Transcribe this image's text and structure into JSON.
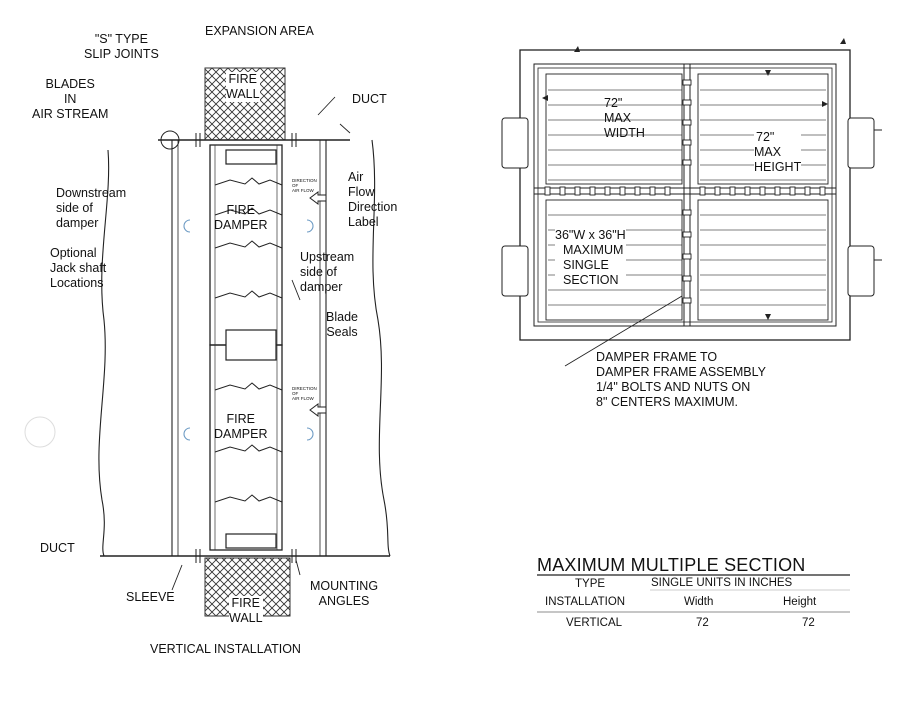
{
  "left_diagram": {
    "labels": {
      "s_type": [
        "\"S\" TYPE",
        "SLIP JOINTS"
      ],
      "expansion_area": "EXPANSION AREA",
      "blades": [
        "BLADES",
        "IN",
        "AIR STREAM"
      ],
      "fire_wall_top": [
        "FIRE",
        "WALL"
      ],
      "duct_top": "DUCT",
      "downstream": [
        "Downstream",
        "side of",
        "damper"
      ],
      "air_flow_label": [
        "Air",
        "Flow",
        "Direction",
        "Label"
      ],
      "damper_top": [
        "FIRE",
        "DAMPER"
      ],
      "optional": [
        "Optional",
        "Jack shaft",
        "Locations"
      ],
      "upstream": [
        "Upstream",
        "side of",
        "damper"
      ],
      "blade_seals": [
        "Blade",
        "Seals"
      ],
      "damper_bottom": [
        "FIRE",
        "DAMPER"
      ],
      "duct_bottom": "DUCT",
      "sleeve": "SLEEVE",
      "fire_wall_bottom": [
        "FIRE",
        "WALL"
      ],
      "mounting_angles": [
        "MOUNTING",
        "ANGLES"
      ],
      "vertical_installation": "VERTICAL INSTALLATION",
      "direction_tag_1": [
        "DIRECTION",
        "OF",
        "AIR FLOW"
      ],
      "direction_tag_2": [
        "DIRECTION",
        "OF",
        "AIR FLOW"
      ]
    }
  },
  "right_diagram": {
    "labels": {
      "max_width": [
        "72\"",
        "MAX",
        "WIDTH"
      ],
      "max_height": [
        "72\"",
        "MAX",
        "HEIGHT"
      ],
      "single_section": [
        "36\"W x 36\"H",
        "MAXIMUM",
        "SINGLE",
        "SECTION"
      ],
      "frame_note": [
        "DAMPER FRAME TO",
        "DAMPER FRAME ASSEMBLY",
        "1/4\" BOLTS AND NUTS ON",
        "8\" CENTERS MAXIMUM."
      ]
    }
  },
  "table": {
    "title": "MAXIMUM MULTIPLE SECTION",
    "head_type": "TYPE",
    "head_installation": "INSTALLATION",
    "head_units": "SINGLE UNITS IN INCHES",
    "head_width": "Width",
    "head_height": "Height",
    "row_installation": "VERTICAL",
    "row_width": "72",
    "row_height": "72"
  }
}
